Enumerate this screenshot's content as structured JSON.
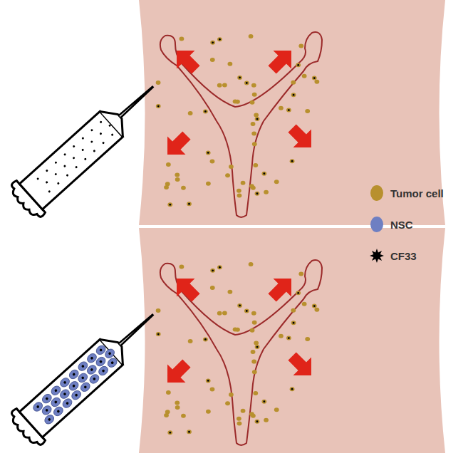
{
  "diagram": {
    "legend": [
      {
        "text": "Tumor cell",
        "color": "#b8902e"
      },
      {
        "text": "NSC",
        "color": "#6e7fc2"
      },
      {
        "text": "CF33"
      }
    ]
  }
}
